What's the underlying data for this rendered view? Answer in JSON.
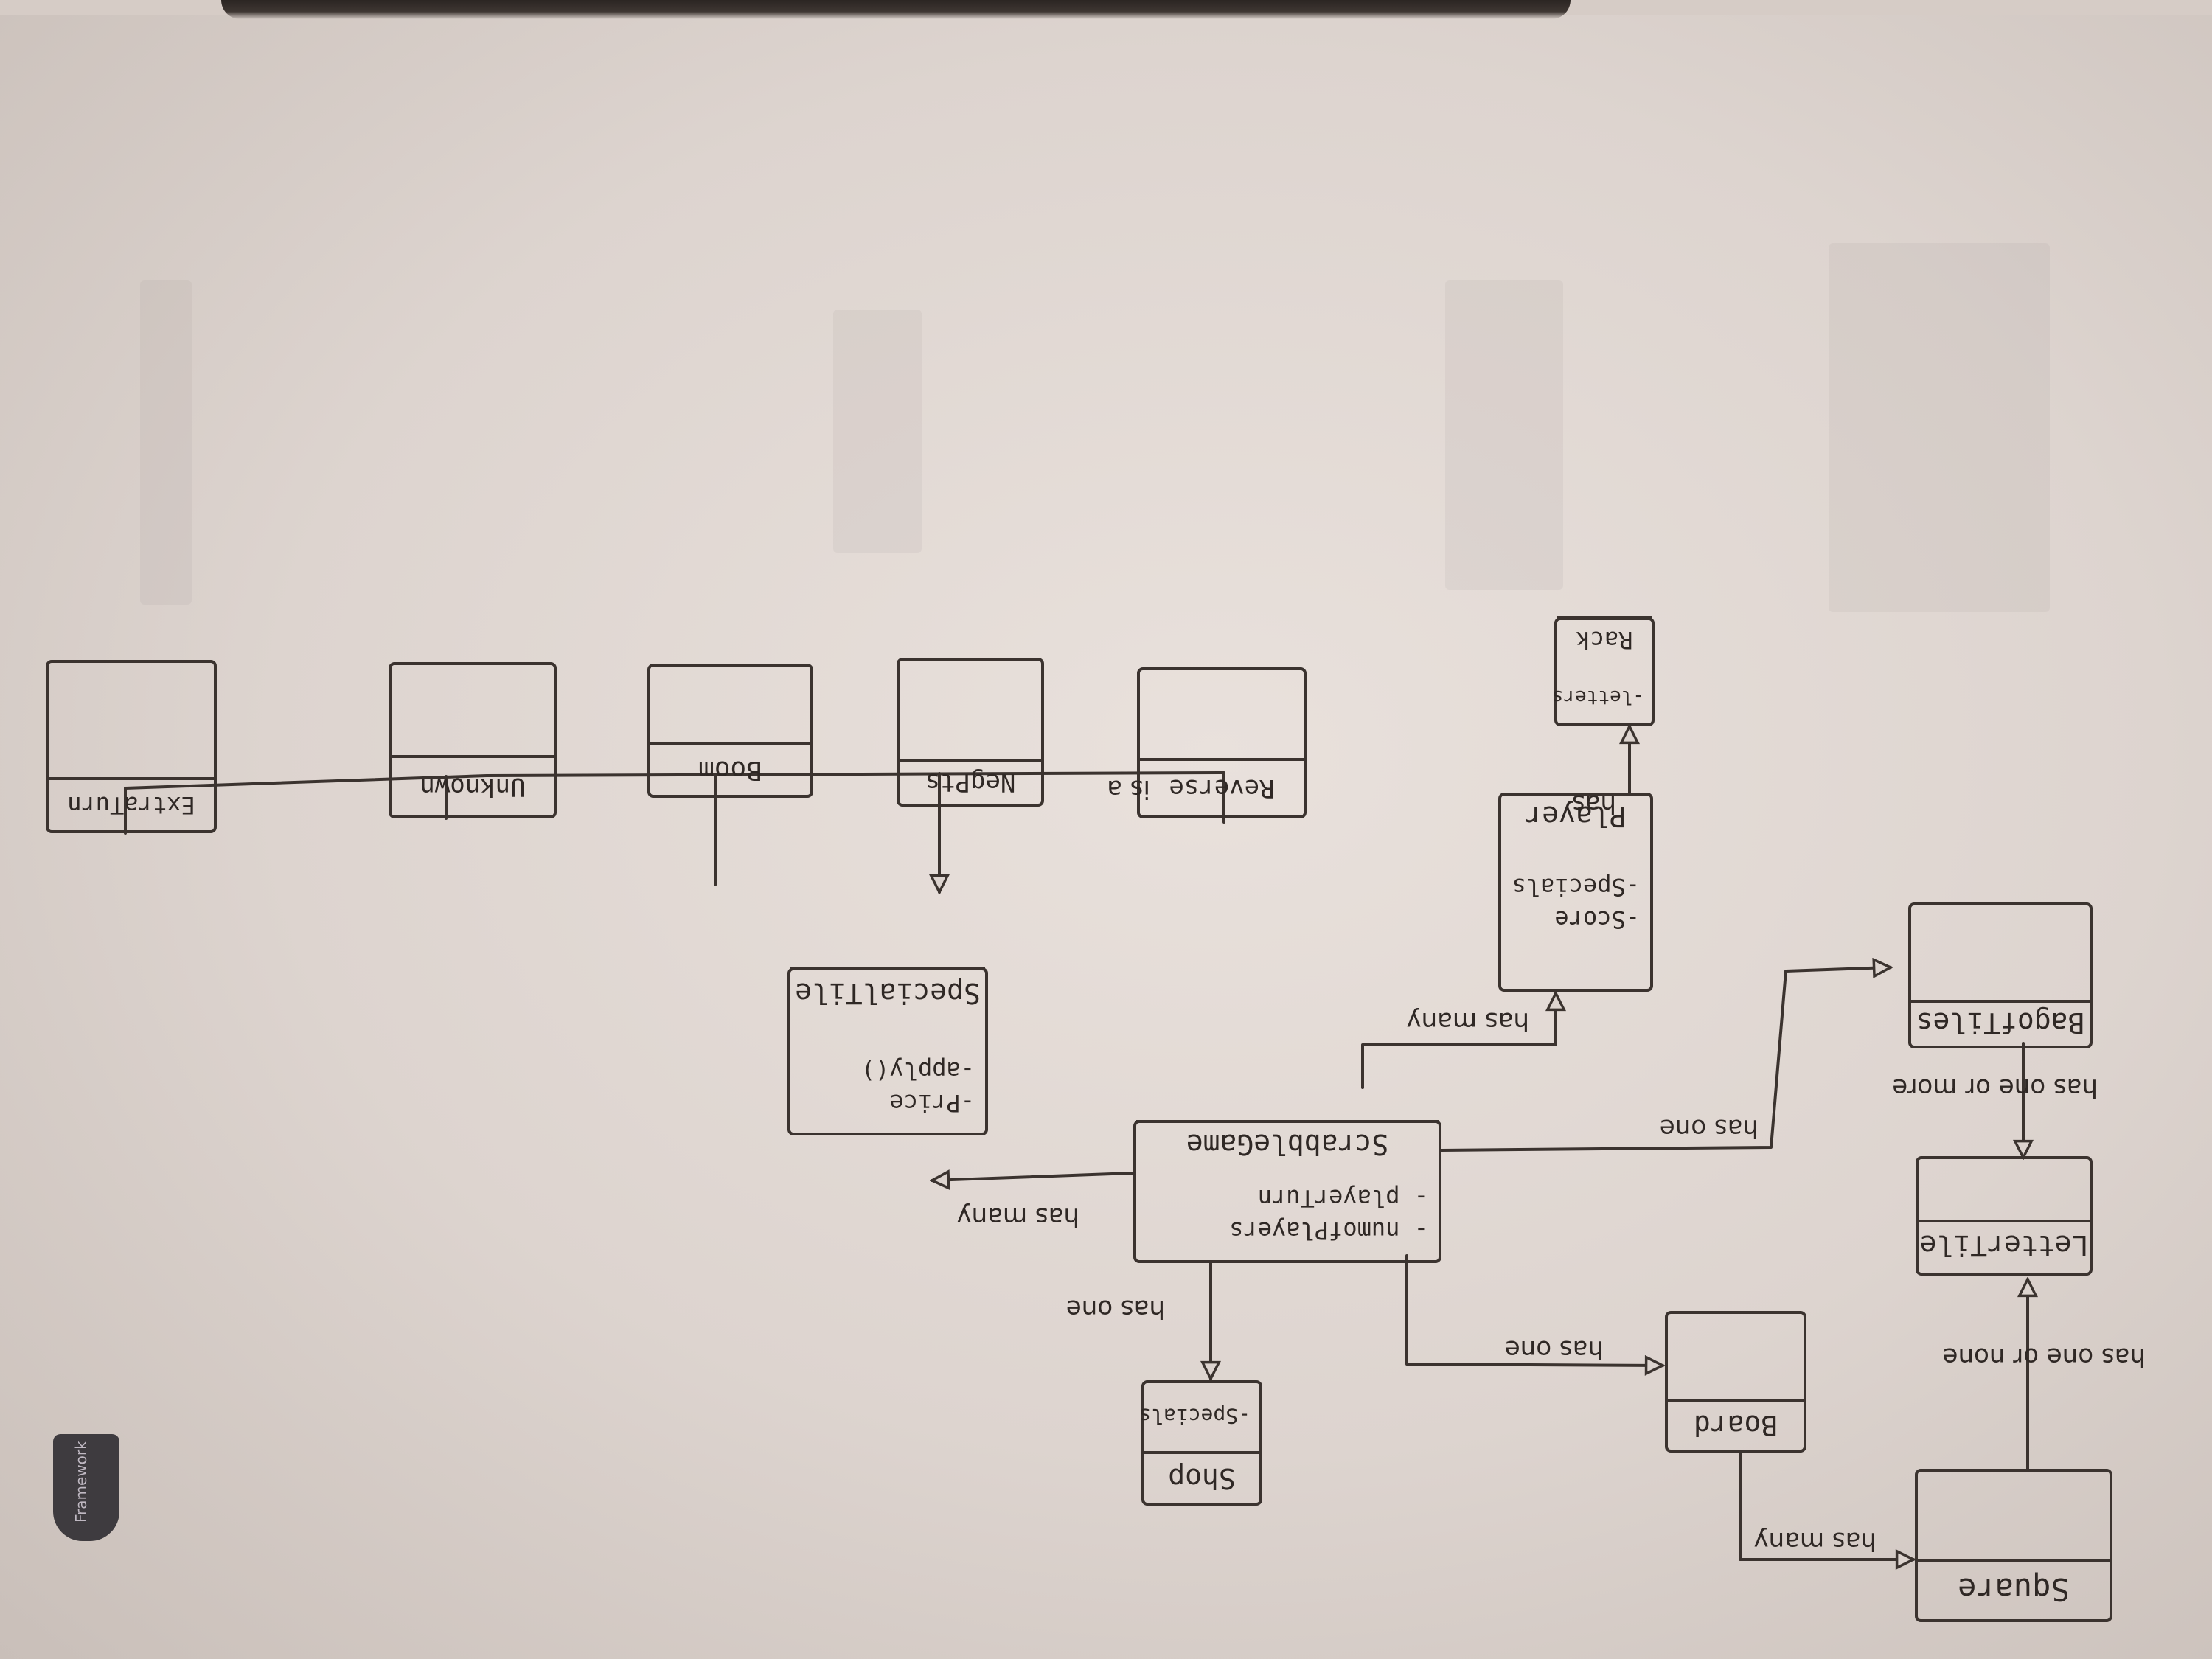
{
  "tab": {
    "text": "Framework"
  },
  "classes": {
    "scrabble_game": {
      "name": "ScrabbleGame",
      "attr1": "- numofPlayers",
      "attr2": "- playerTurn"
    },
    "special_tile": {
      "name": "SpecialTile",
      "attr1": "-Price",
      "attr2": "-apply()"
    },
    "player": {
      "name": "Player",
      "attr1": "-Score",
      "attr2": "-Specials"
    },
    "rack": {
      "name": "Rack",
      "attr1": "-letters"
    },
    "bag_of_tiles": {
      "name": "BagofTiles"
    },
    "letter_tile": {
      "name": "LetterTile"
    },
    "board": {
      "name": "Board"
    },
    "square": {
      "name": "Square"
    },
    "shop": {
      "name": "Shop",
      "attr1": "-Specials"
    },
    "reverse": {
      "name": "Reverse"
    },
    "neg_pts": {
      "name": "NegPts"
    },
    "boom": {
      "name": "Boom"
    },
    "unknown": {
      "name": "Unknown"
    },
    "extra_turn": {
      "name": "ExtraTurn"
    }
  },
  "labels": {
    "is_a": "is a",
    "game_special": "has many",
    "game_player": "has many",
    "player_rack": "has",
    "game_bag": "has one",
    "bag_letter": "has one or more",
    "game_shop": "has one",
    "game_board": "has one",
    "board_square": "has many",
    "square_letter": "has one or none"
  }
}
